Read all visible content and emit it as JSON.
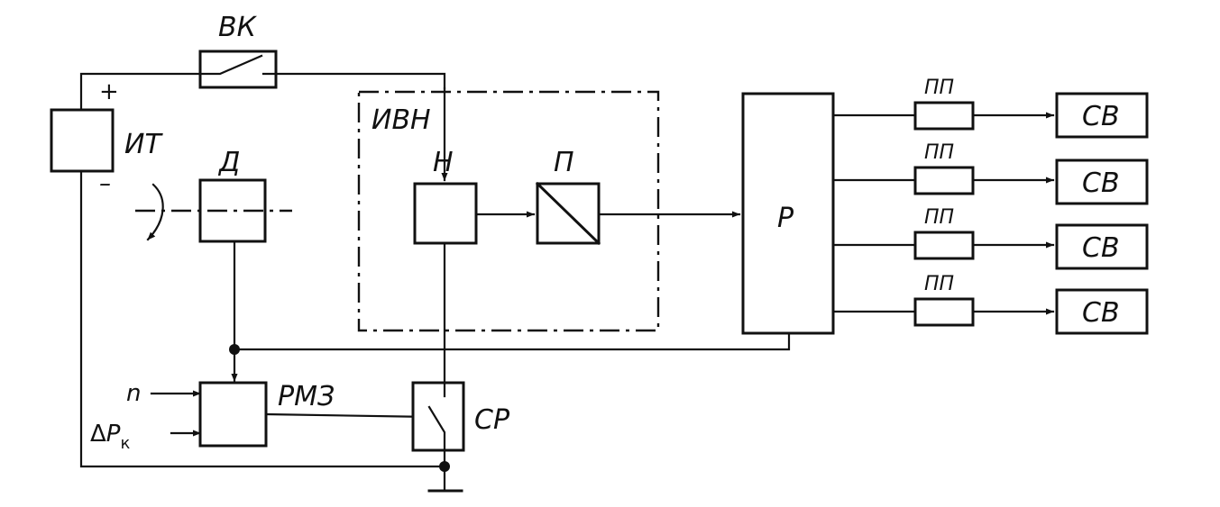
{
  "diagram": {
    "colors": {
      "ink": "#111111",
      "background": "#ffffff"
    },
    "labels": {
      "bk": "ВК",
      "plus": "+",
      "minus": "–",
      "it": "ИТ",
      "d": "Д",
      "ivn": "ИВН",
      "n_block": "Н",
      "p_block": "П",
      "r_block": "Р",
      "pp": [
        "ПП",
        "ПП",
        "ПП",
        "ПП"
      ],
      "sv": [
        "СВ",
        "СВ",
        "СВ",
        "СВ"
      ],
      "rmz": "РМЗ",
      "sr": "СР",
      "n_input": "n",
      "dp_delta": "Δ",
      "dp_p": "P",
      "dp_sub": "к"
    }
  }
}
